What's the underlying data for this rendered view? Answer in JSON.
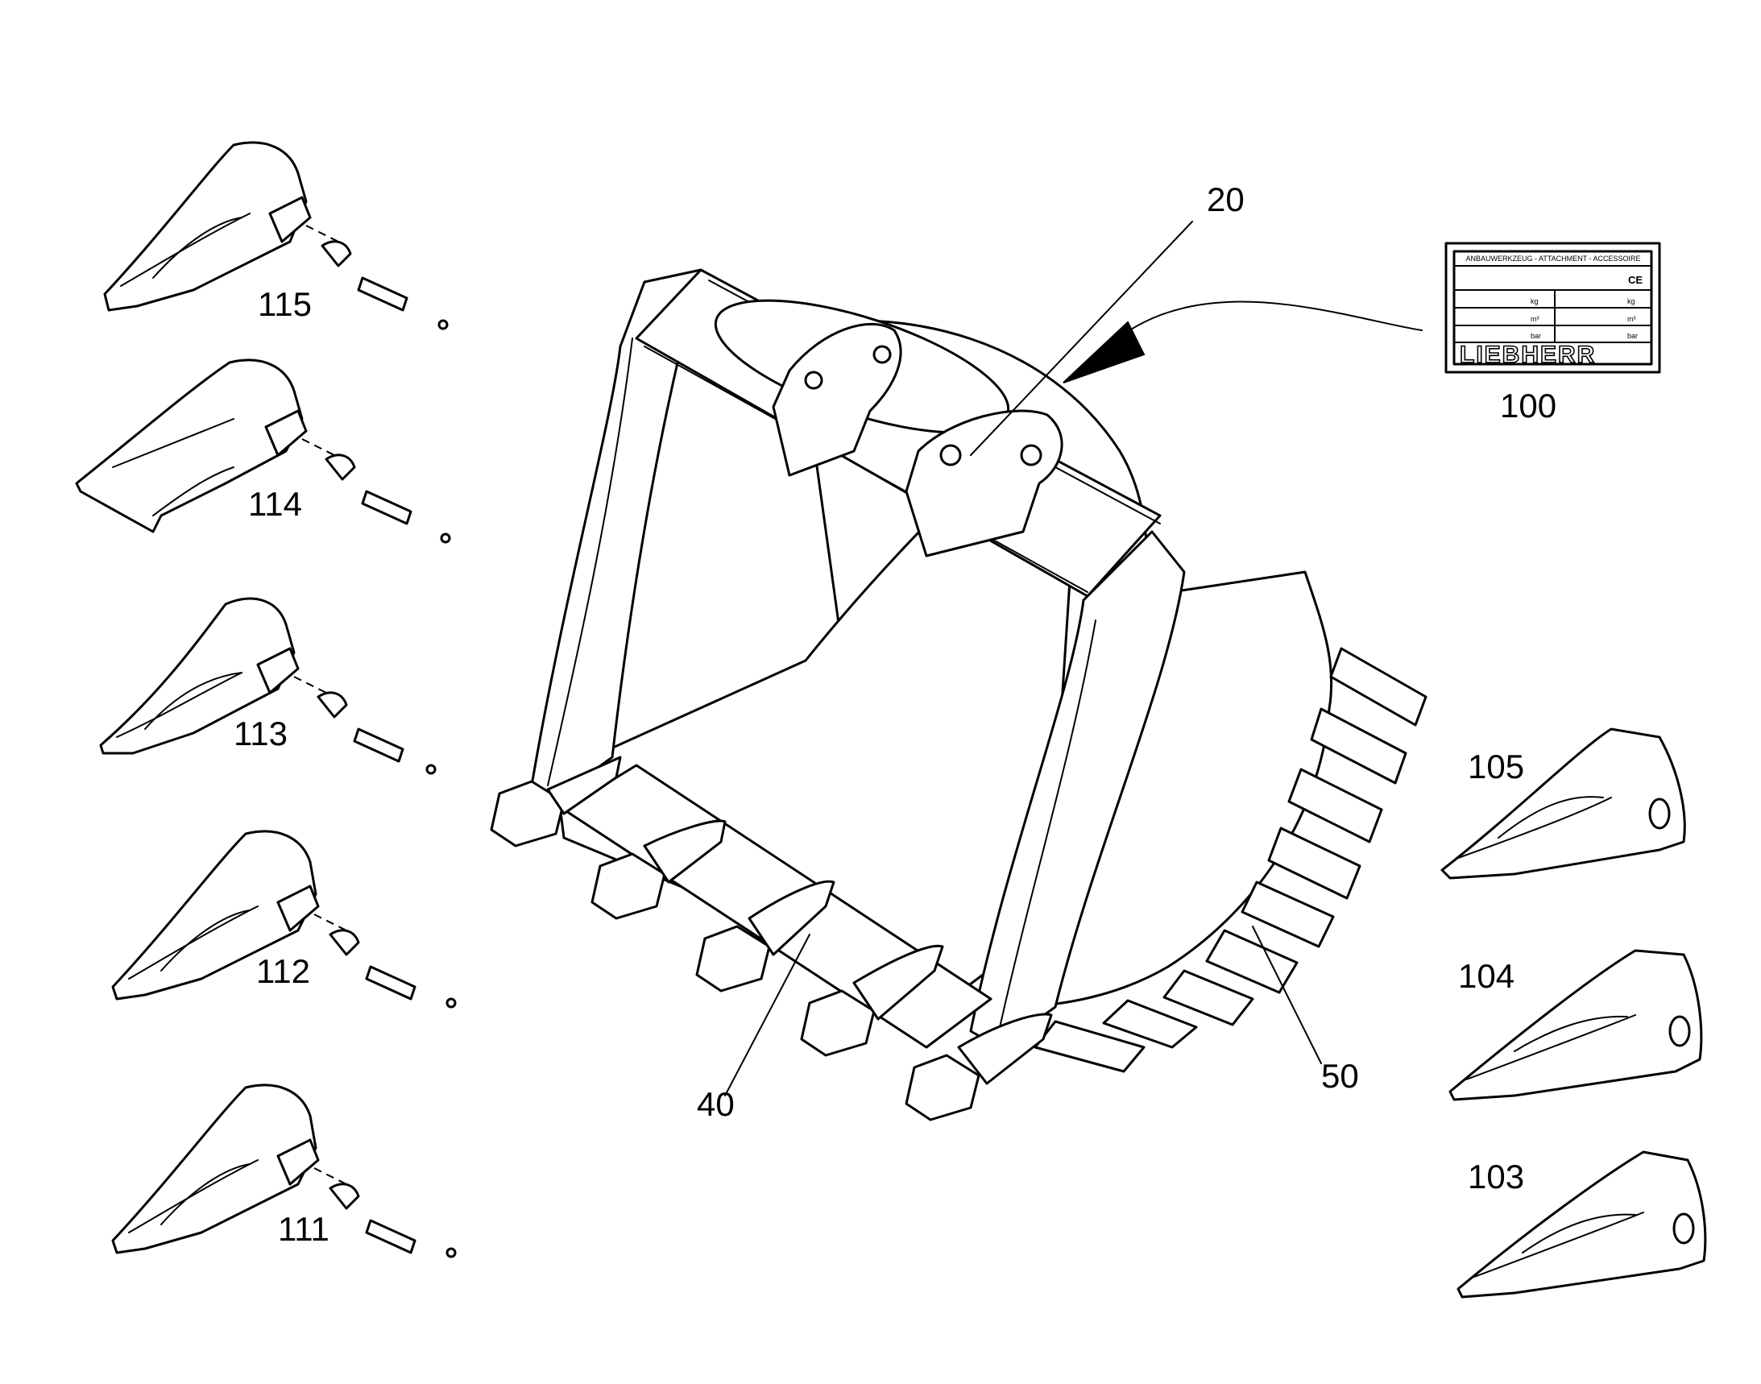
{
  "callouts": {
    "c20": "20",
    "c100": "100",
    "c40": "40",
    "c50": "50",
    "c105": "105",
    "c104": "104",
    "c103": "103",
    "c115": "115",
    "c114": "114",
    "c113": "113",
    "c112": "112",
    "c111": "111"
  },
  "plate": {
    "header": "ANBAUWERKZEUG - ATTACHMENT - ACCESSOIRE",
    "ce_mark": "CE",
    "unit_kg": "kg",
    "unit_m3": "m³",
    "unit_bar": "bar",
    "brand": "LIEBHERR"
  }
}
